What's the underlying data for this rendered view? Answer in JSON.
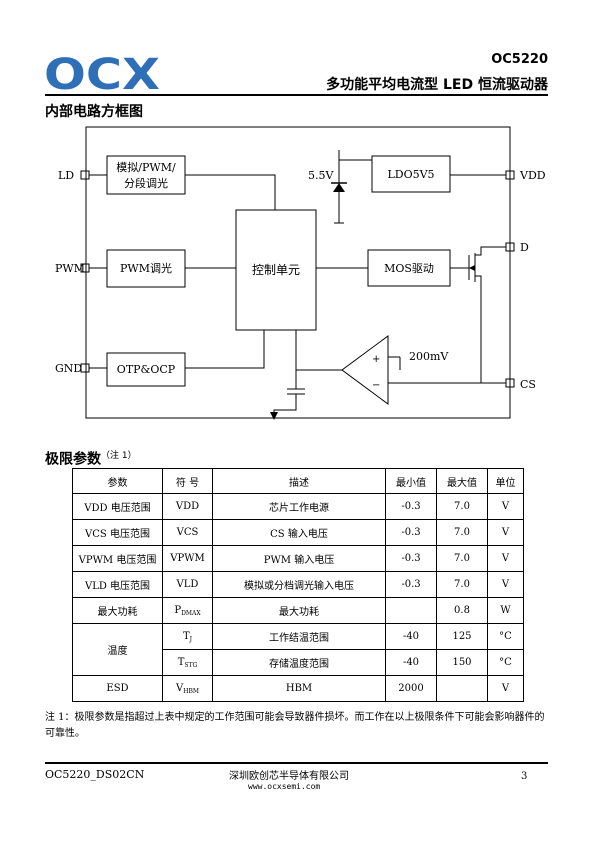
{
  "header": {
    "logo_text": "OCX",
    "part_number": "OC5220",
    "product_title": "多功能平均电流型 LED 恒流驱动器"
  },
  "block_diagram": {
    "heading": "内部电路方框图",
    "pins": {
      "ld": "LD",
      "pwm": "PWM",
      "gnd": "GND",
      "vdd": "VDD",
      "d": "D",
      "cs": "CS"
    },
    "blocks": {
      "analog_line1": "模拟/PWM/",
      "analog_line2": "分段调光",
      "pwm_dimming": "PWM调光",
      "otp_ocp": "OTP&OCP",
      "control_unit": "控制单元",
      "ldo": "LDO5V5",
      "mos_driver": "MOS驱动"
    },
    "zener_label": "5.5V",
    "ref_voltage": "200mV",
    "comp_plus": "+",
    "comp_minus": "−"
  },
  "limits": {
    "heading": "极限参数",
    "note_ref": "（注 1）",
    "columns": [
      "参数",
      "符 号",
      "描述",
      "最小值",
      "最大值",
      "单位"
    ],
    "rows": [
      {
        "param": "VDD 电压范围",
        "sym": "VDD",
        "sym_sub": "",
        "desc": "芯片工作电源",
        "min": "-0.3",
        "max": "7.0",
        "unit": "V"
      },
      {
        "param": "VCS 电压范围",
        "sym": "VCS",
        "sym_sub": "",
        "desc": "CS 输入电压",
        "min": "-0.3",
        "max": "7.0",
        "unit": "V"
      },
      {
        "param": "VPWM 电压范围",
        "sym": "VPWM",
        "sym_sub": "",
        "desc": "PWM 输入电压",
        "min": "-0.3",
        "max": "7.0",
        "unit": "V"
      },
      {
        "param": "VLD 电压范围",
        "sym": "VLD",
        "sym_sub": "",
        "desc": "模拟或分档调光输入电压",
        "min": "-0.3",
        "max": "7.0",
        "unit": "V"
      },
      {
        "param": "最大功耗",
        "sym": "P",
        "sym_sub": "DMAX",
        "desc": "最大功耗",
        "min": "",
        "max": "0.8",
        "unit": "W"
      },
      {
        "param": "温度",
        "sym": "T",
        "sym_sub": "J",
        "desc": "工作结温范围",
        "min": "-40",
        "max": "125",
        "unit": "°C"
      },
      {
        "param": "",
        "sym": "T",
        "sym_sub": "STG",
        "desc": "存储温度范围",
        "min": "-40",
        "max": "150",
        "unit": "°C"
      },
      {
        "param": "ESD",
        "sym": "V",
        "sym_sub": "HBM",
        "desc": "HBM",
        "min": "2000",
        "max": "",
        "unit": "V"
      }
    ],
    "footnote": "注 1：极限参数是指超过上表中规定的工作范围可能会导致器件损坏。而工作在以上极限条件下可能会影响器件的可靠性。"
  },
  "footer": {
    "doc_id": "OC5220_DS02CN",
    "company": "深圳欧创芯半导体有限公司",
    "website": "www.ocxsemi.com",
    "page": "3"
  }
}
